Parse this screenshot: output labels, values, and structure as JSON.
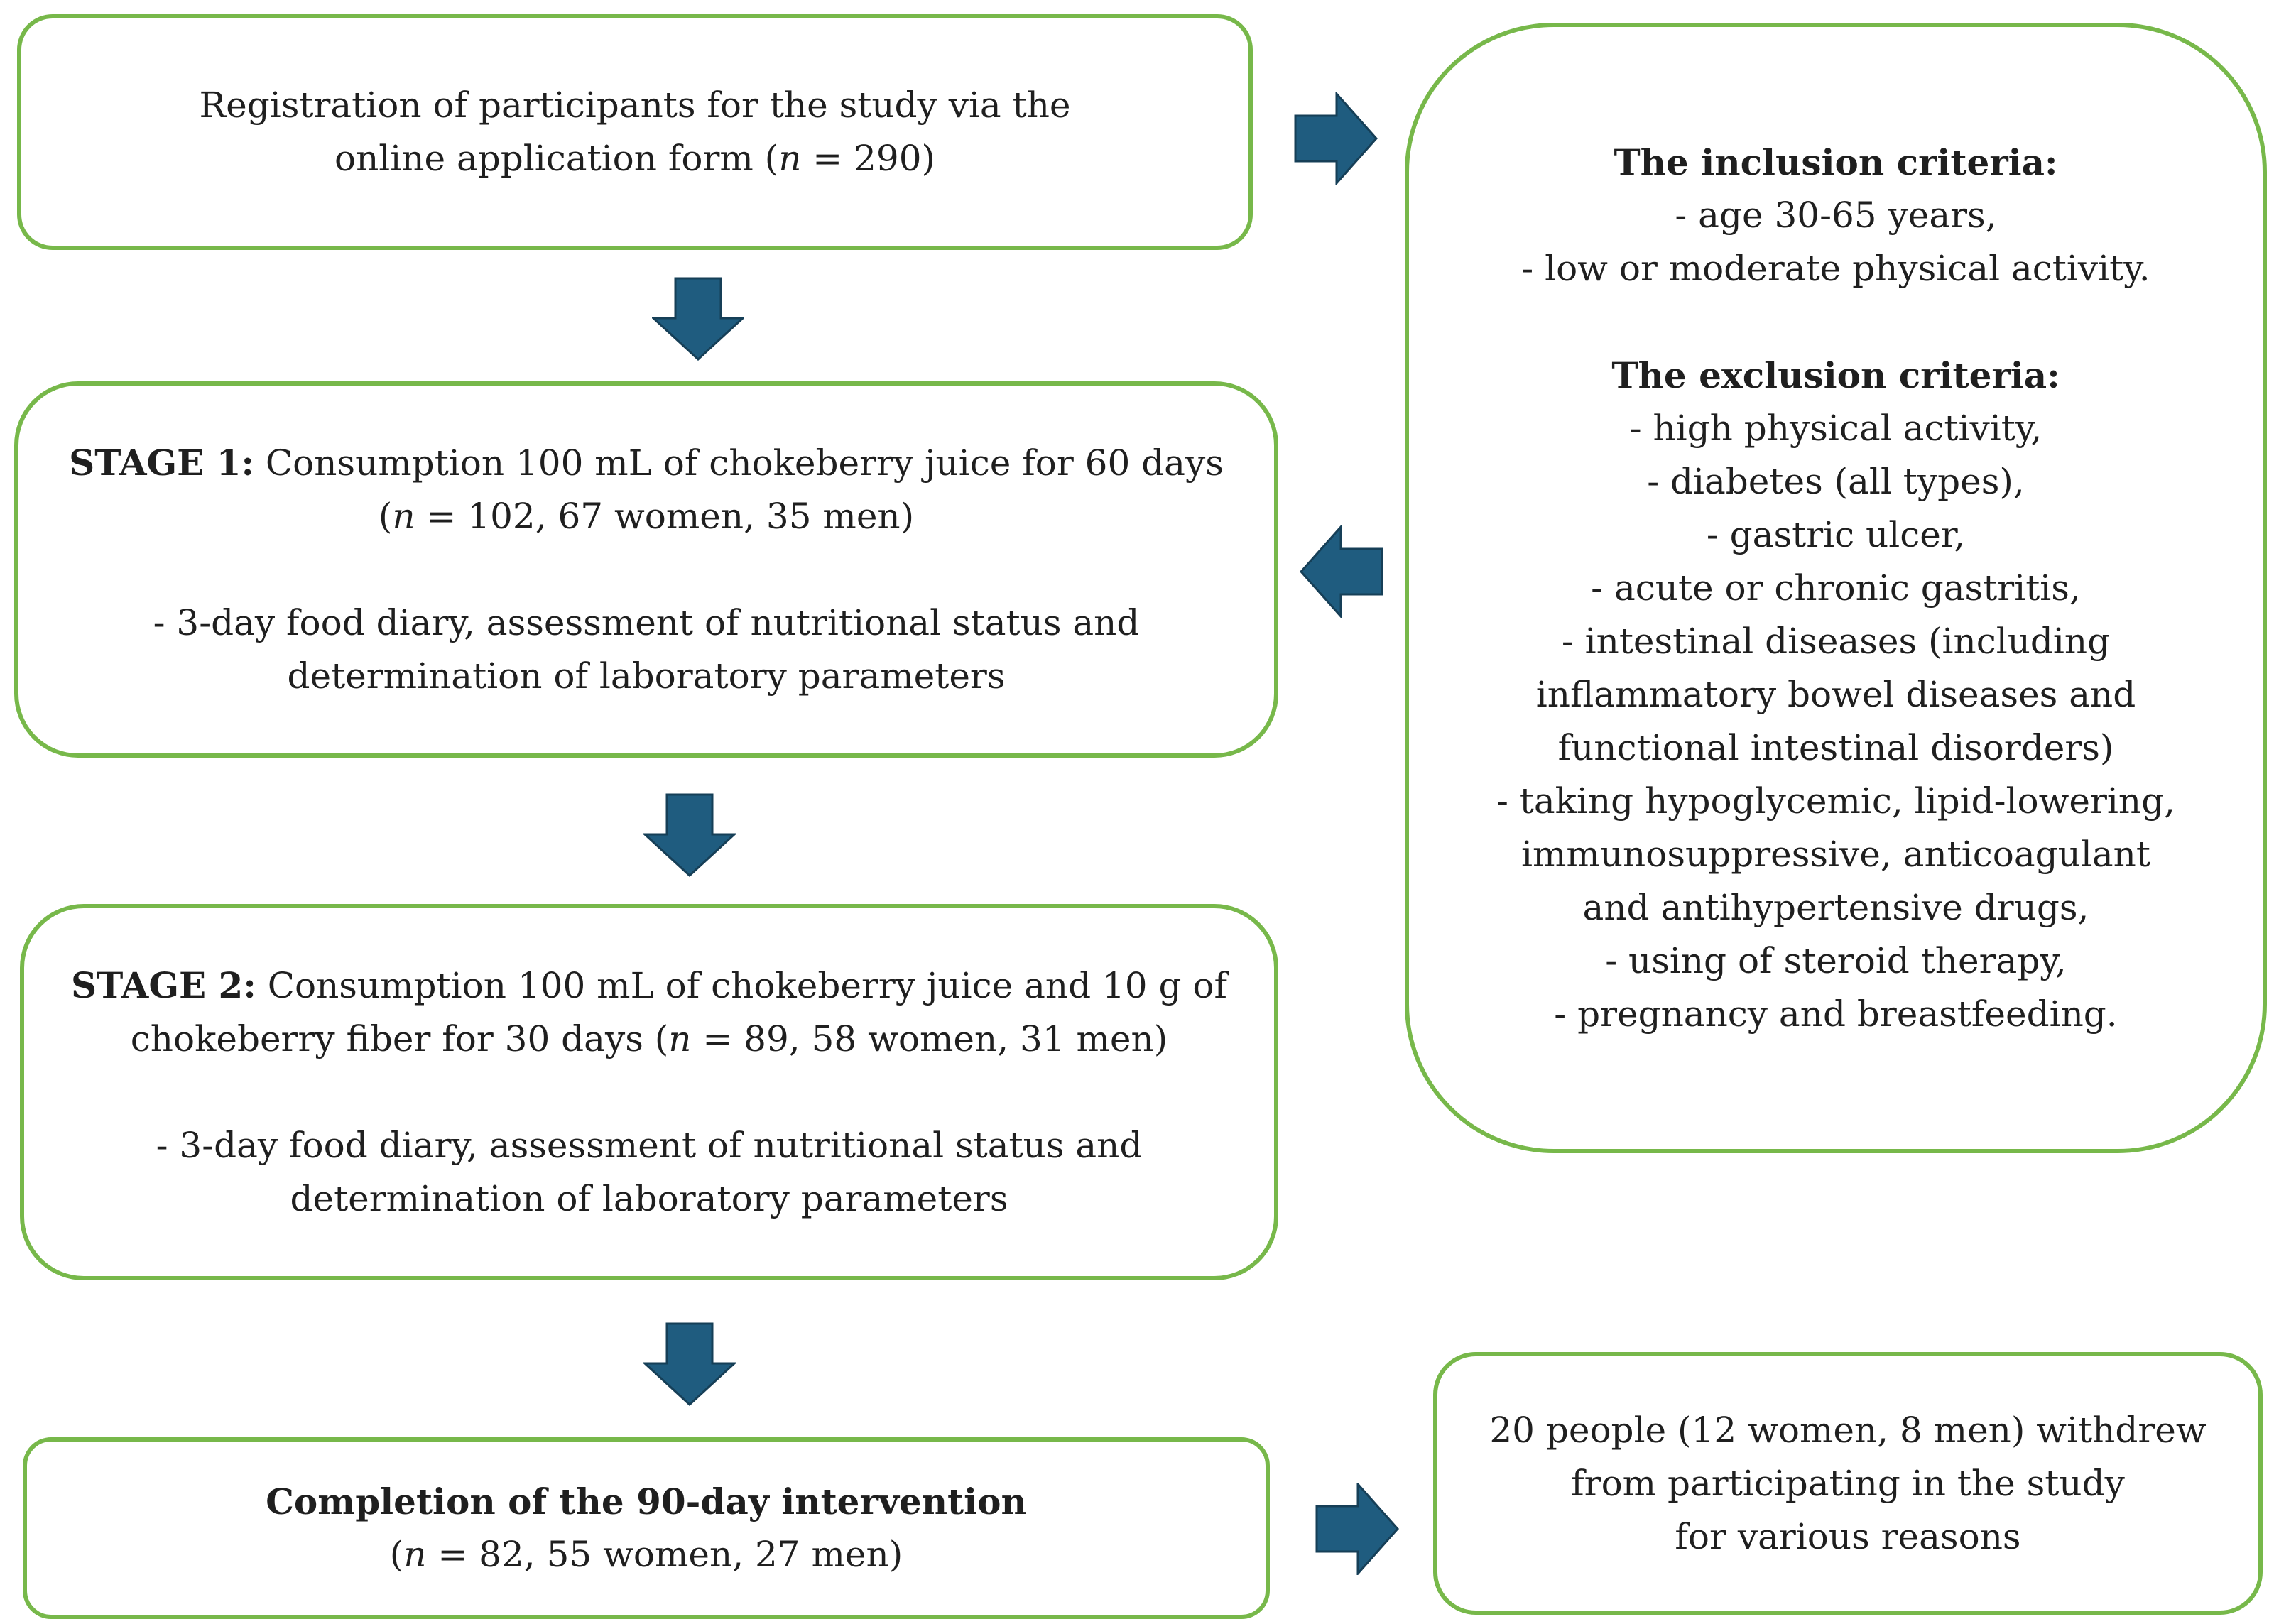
{
  "registration": {
    "line1": "Registration of participants for the study via the",
    "line2_pre": "online application form (",
    "n_symbol": "n",
    "line2_post": " = 290)"
  },
  "stage1": {
    "label": "STAGE  1:",
    "line1_rest": " Consumption 100 mL of chokeberry juice for 60 days",
    "line2_pre": "(",
    "n_symbol": "n",
    "line2_post": " = 102, 67 women, 35 men)",
    "detail_line1": "- 3-day food diary, assessment of nutritional status and",
    "detail_line2": "determination of laboratory parameters"
  },
  "stage2": {
    "label": "STAGE  2:",
    "line1_rest": " Consumption 100 mL of chokeberry juice and 10 g of",
    "line2_pre": "chokeberry fiber for 30 days  (",
    "n_symbol": "n",
    "line2_post": " = 89, 58 women, 31 men)",
    "detail_line1": "- 3-day food diary, assessment of nutritional status and",
    "detail_line2": "determination of laboratory parameters"
  },
  "completion": {
    "title": "Completion of the 90-day intervention",
    "line2_pre": "(",
    "n_symbol": "n",
    "line2_post": " = 82, 55 women, 27 men)"
  },
  "criteria": {
    "inclusion_title": "The inclusion criteria:",
    "inclusion": [
      "- age 30-65 years,",
      "- low or moderate physical activity."
    ],
    "exclusion_title": "The exclusion criteria:",
    "exclusion": [
      "- high physical activity,",
      "- diabetes (all types),",
      "- gastric ulcer,",
      "- acute or chronic gastritis,",
      "- intestinal diseases (including",
      "inflammatory bowel diseases and",
      "functional intestinal disorders)",
      "- taking hypoglycemic, lipid-lowering,",
      "immunosuppressive, anticoagulant",
      "and antihypertensive drugs,",
      "- using of steroid therapy,",
      "- pregnancy and breastfeeding."
    ]
  },
  "withdrawn": {
    "line1": "20 people (12 women, 8 men) withdrew",
    "line2": "from participating in the study",
    "line3": "for various reasons"
  },
  "colors": {
    "box_border": "#77b84a",
    "arrow_fill": "#1f5c7f",
    "arrow_stroke": "#163f57",
    "text": "#1f1f1f"
  }
}
